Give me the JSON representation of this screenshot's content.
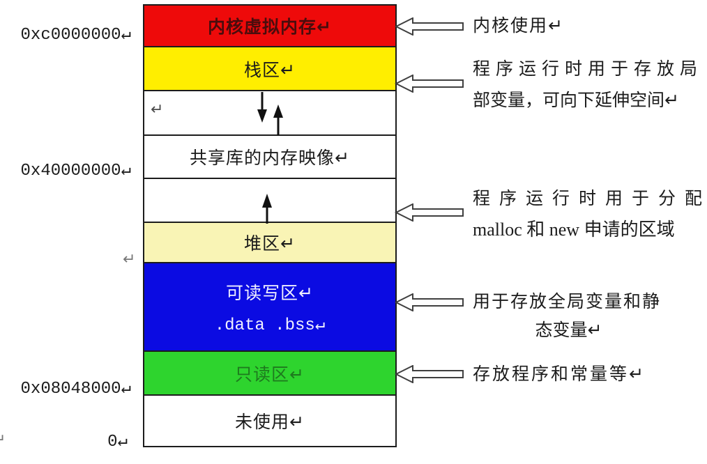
{
  "page": {
    "background": "#ffffff"
  },
  "memory_box": {
    "border_color": "#1c1c1c",
    "blocks": {
      "kernel": {
        "label": "内核虚拟内存↵",
        "color": "#ee0a0a",
        "text_color": "#4a0d0d"
      },
      "stack": {
        "label": "栈区↵",
        "color": "#ffee00",
        "text_color": "#1b1b1b"
      },
      "stack_gap": {
        "paragraph_mark": "↵",
        "color": "#ffffff",
        "icons": [
          "down-arrow",
          "up-arrow"
        ]
      },
      "shared_lib": {
        "label": "共享库的内存映像↵",
        "color": "#ffffff",
        "text_color": "#1b1b1b"
      },
      "heap_gap": {
        "color": "#ffffff",
        "icons": [
          "up-arrow"
        ]
      },
      "heap": {
        "label": "堆区↵",
        "color": "#f9f4b5",
        "text_color": "#1b1b1b"
      },
      "read_write": {
        "label": "可读写区↵",
        "sublabel": ".data .bss↵",
        "color": "#0b0be2",
        "text_color": "#f0f0ff"
      },
      "read_only": {
        "label": "只读区↵",
        "color": "#2ed42e",
        "text_color": "#1e7a1e"
      },
      "unused": {
        "label": "未使用↵",
        "color": "#ffffff",
        "text_color": "#1b1b1b"
      }
    }
  },
  "addresses": {
    "kernel_base": "0xc0000000↵",
    "shared_lib_base": "0x40000000↵",
    "program_start": "0x08048000↵",
    "zero": "0↵"
  },
  "annotations": {
    "kernel": {
      "lines": [
        "内核使用↵"
      ]
    },
    "stack": {
      "lines": [
        "程序运行时用于存放局",
        "部变量，可向下延伸空间↵"
      ]
    },
    "heap": {
      "lines": [
        "程序运行时用于分配",
        "malloc 和 new 申请的区域"
      ]
    },
    "read_write": {
      "lines": [
        "用于存放全局变量和静",
        "态变量↵"
      ]
    },
    "read_only": {
      "lines": [
        "存放程序和常量等↵"
      ]
    }
  },
  "stray_marks": {
    "heap_left": "↵",
    "bottom_left": "↵"
  }
}
